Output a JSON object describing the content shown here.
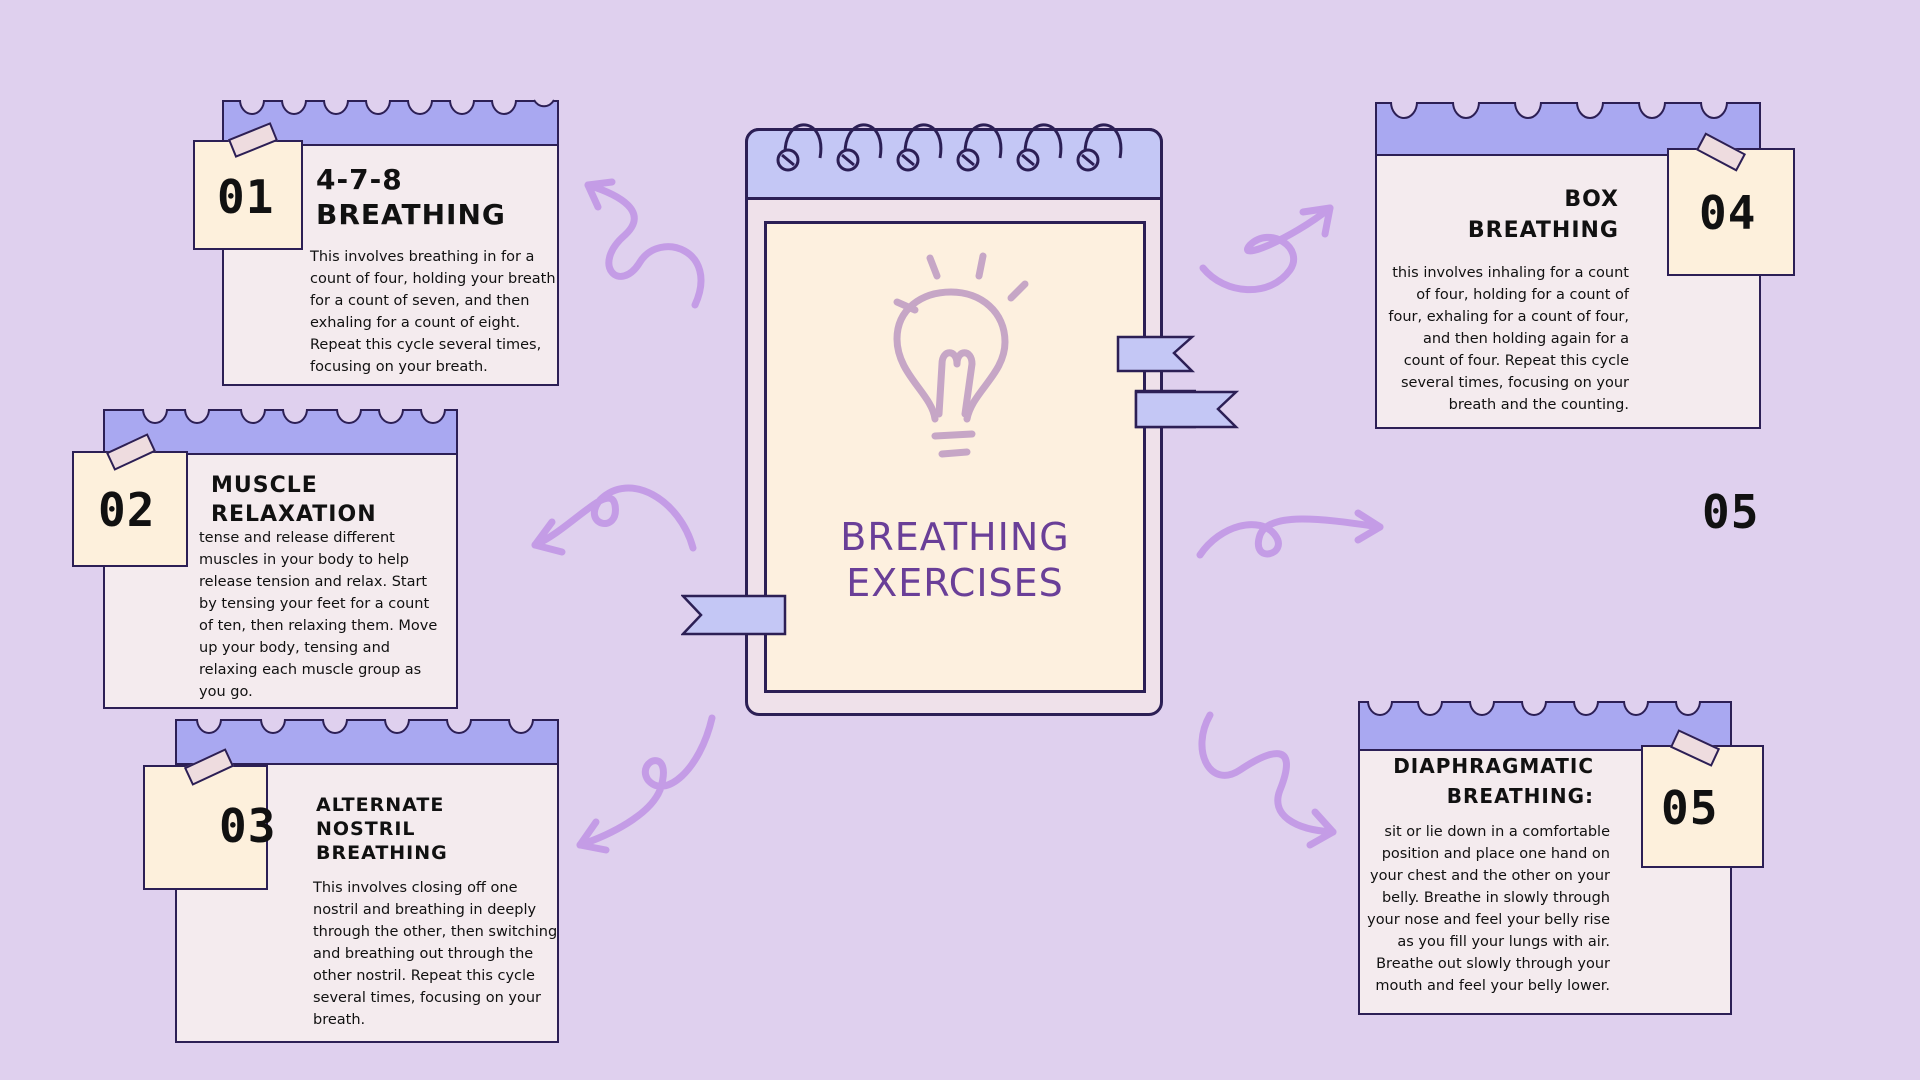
{
  "center": {
    "title_line1": "BREATHING",
    "title_line2": "EXERCISES",
    "icon": "lightbulb-icon"
  },
  "cards": [
    {
      "number": "01",
      "title_line1": "4-7-8",
      "title_line2": "BREATHING",
      "description": "This involves breathing in for a count of four, holding your breath for a count of seven, and then exhaling for a count of eight. Repeat this cycle several times, focusing on your breath."
    },
    {
      "number": "02",
      "title_line1": "MUSCLE",
      "title_line2": "RELAXATION",
      "description": "tense and release different muscles in your body to help release tension and relax. Start by tensing your feet for a count of ten, then relaxing them. Move up your body, tensing and relaxing each muscle group as you go."
    },
    {
      "number": "03",
      "title_line1": "ALTERNATE",
      "title_line2": "NOSTRIL",
      "title_line3": "BREATHING",
      "description": "This involves closing off one nostril and breathing in deeply through the other, then switching and breathing out through the other nostril. Repeat this cycle several times, focusing on your breath."
    },
    {
      "number": "04",
      "title_line1": "BOX",
      "title_line2": "BREATHING",
      "description": "this involves inhaling for a count of four, holding for a count of four, exhaling for a count of four, and then holding again for a count of four. Repeat this cycle several times, focusing on your breath and the counting."
    },
    {
      "number": "05",
      "title_line1": "DIAPHRAGMATIC",
      "title_line2": "BREATHING:",
      "description": "sit or lie down in a comfortable position and place one hand on your chest and the other on your belly. Breathe in slowly through your nose and feel your belly rise as you fill your lungs with air. Breathe out slowly through your mouth and feel your belly lower."
    }
  ],
  "floating_label": "05",
  "colors": {
    "background": "#dfd0ee",
    "card_header": "#a9a8f1",
    "note": "#fdf0dc",
    "center_title": "#6a3f98",
    "arrow": "#c49ce6",
    "outline": "#2c1f55"
  }
}
